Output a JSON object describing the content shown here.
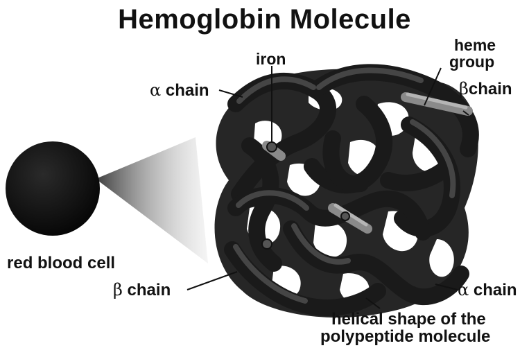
{
  "title": "Hemoglobin Molecule",
  "labels": {
    "iron": "iron",
    "heme_line1": "heme",
    "heme_line2": "group",
    "alpha_top_symbol": "α",
    "alpha_top_word": "chain",
    "beta_top_symbol": "β",
    "beta_top_word": "chain",
    "red_blood_cell": "red blood cell",
    "beta_bottom_symbol": "β",
    "beta_bottom_word": "chain",
    "alpha_bottom_symbol": "α",
    "alpha_bottom_word": "chain",
    "helical_line1": "helical shape of the",
    "helical_line2": "polypeptide molecule"
  },
  "colors": {
    "ink": "#111111",
    "chain_dark": "#1a1a1a",
    "chain_mid": "#3a3a3a",
    "chain_light": "#707070",
    "cell": "#0d0d0d"
  }
}
